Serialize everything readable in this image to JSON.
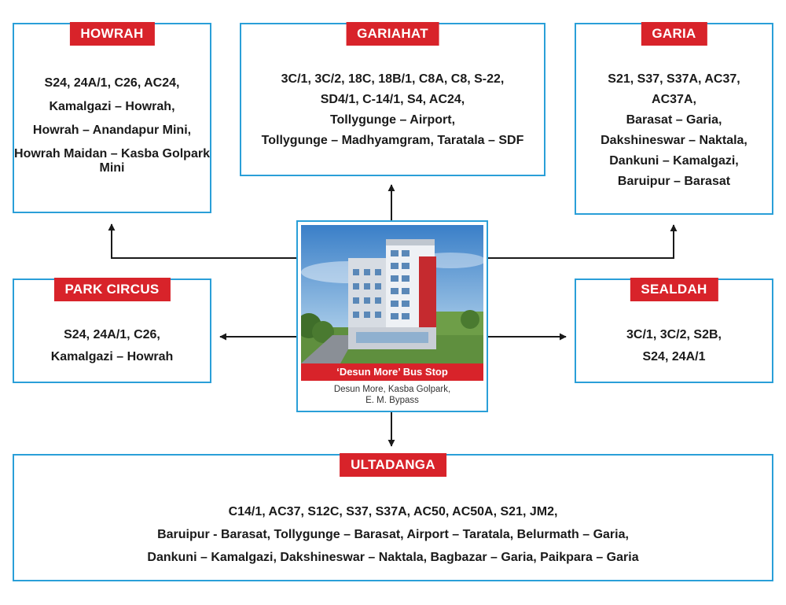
{
  "center": {
    "title": "‘Desun More’ Bus Stop",
    "address_lines": [
      "Desun More, Kasba Golpark,",
      "E. M. Bypass"
    ]
  },
  "destinations": {
    "howrah": {
      "name": "HOWRAH",
      "lines": [
        "S24, 24A/1, C26, AC24,",
        "Kamalgazi – Howrah,",
        "Howrah – Anandapur Mini,",
        "Howrah Maidan – Kasba Golpark Mini"
      ]
    },
    "gariahat": {
      "name": "GARIAHAT",
      "lines": [
        "3C/1, 3C/2, 18C, 18B/1, C8A, C8, S-22,",
        "SD4/1, C-14/1, S4, AC24,",
        "Tollygunge – Airport,",
        "Tollygunge – Madhyamgram, Taratala – SDF"
      ]
    },
    "garia": {
      "name": "GARIA",
      "lines": [
        "S21, S37, S37A, AC37,",
        "AC37A,",
        "Barasat – Garia,",
        "Dakshineswar – Naktala,",
        "Dankuni – Kamalgazi,",
        "Baruipur – Barasat"
      ]
    },
    "park_circus": {
      "name": "PARK CIRCUS",
      "lines": [
        "S24, 24A/1, C26,",
        "Kamalgazi – Howrah"
      ]
    },
    "sealdah": {
      "name": "SEALDAH",
      "lines": [
        "3C/1, 3C/2, S2B,",
        "S24, 24A/1"
      ]
    },
    "ultadanga": {
      "name": "ULTADANGA",
      "lines": [
        "C14/1, AC37, S12C, S37, S37A, AC50, AC50A, S21, JM2,",
        "Baruipur - Barasat, Tollygunge – Barasat, Airport – Taratala, Belurmath – Garia,",
        "Dankuni – Kamalgazi, Dakshineswar – Naktala, Bagbazar – Garia, Paikpara – Garia"
      ]
    }
  },
  "colors": {
    "border": "#2a9fd8",
    "tag": "#d8232a",
    "arrow": "#1a1a1a"
  },
  "icons": {
    "connector": "arrow-icon"
  }
}
